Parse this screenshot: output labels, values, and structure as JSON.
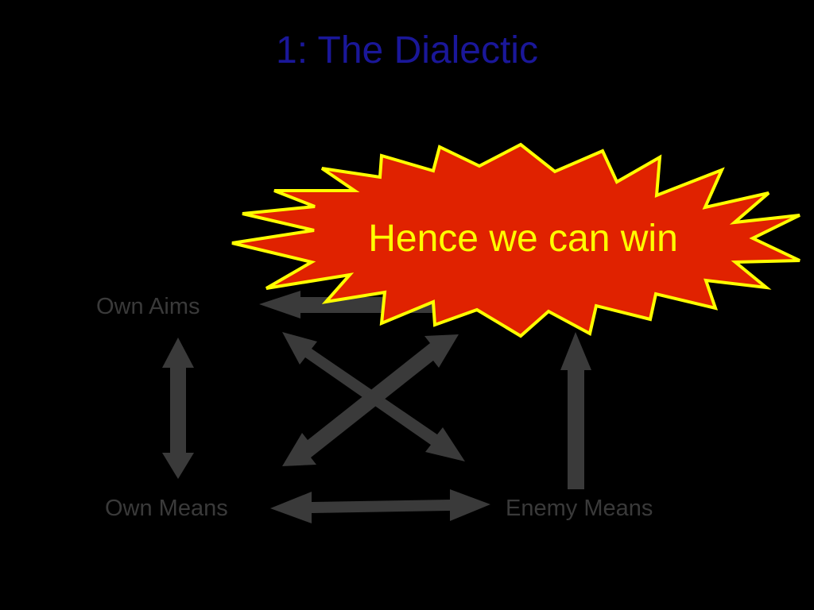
{
  "slide": {
    "title": "1: The Dialectic"
  },
  "nodes": {
    "own_aims": "Own Aims",
    "own_means": "Own Means",
    "enemy_means": "Enemy Means"
  },
  "callout": {
    "text": "Hence we can win"
  },
  "colors": {
    "background": "#000000",
    "title": "#1a1799",
    "node_text": "#3a3a3a",
    "arrow": "#3a3a3a",
    "burst_fill": "#e02200",
    "burst_outline": "#ffff00",
    "callout_text": "#ffff00"
  }
}
